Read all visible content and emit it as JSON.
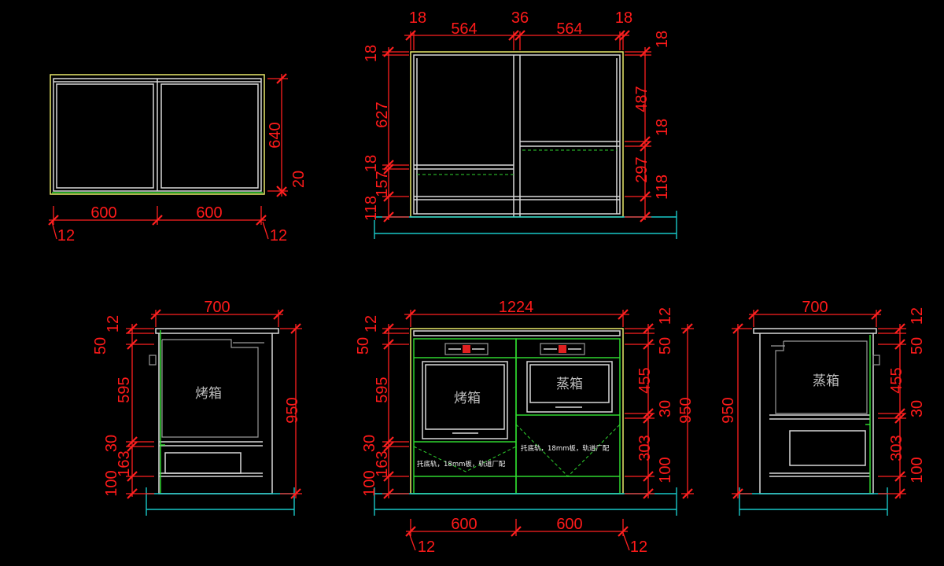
{
  "top_view": {
    "widths": [
      "600",
      "600"
    ],
    "ends": [
      "12",
      "12"
    ],
    "depths": [
      "640",
      "20"
    ]
  },
  "front_frame": {
    "top": [
      "18",
      "564",
      "36",
      "564",
      "18"
    ],
    "left": [
      "18",
      "627",
      "18",
      "157",
      "118"
    ],
    "right": [
      "18",
      "487",
      "18",
      "297",
      "118"
    ]
  },
  "left_side": {
    "width": "700",
    "heights": [
      "12",
      "50",
      "595",
      "30",
      "163",
      "100"
    ],
    "total": "950",
    "oven_label": "烤箱"
  },
  "front_elevation": {
    "width": "1224",
    "left": [
      "12",
      "50",
      "595",
      "30",
      "163",
      "100"
    ],
    "right": [
      "12",
      "50",
      "455",
      "30",
      "303",
      "100"
    ],
    "total": "950",
    "bottom": [
      "600",
      "600"
    ],
    "bottom_ends": [
      "12",
      "12"
    ],
    "oven_label": "烤箱",
    "steamer_label": "蒸箱",
    "note_left": "托底轨，18mm板，轨道厂配",
    "note_right": "托底轨，18mm板，轨道厂配"
  },
  "right_side": {
    "width": "700",
    "heights": [
      "12",
      "50",
      "455",
      "30",
      "303",
      "100"
    ],
    "total": "950",
    "steamer_label": "蒸箱"
  },
  "colors": {
    "dimension": "#ff1a1a",
    "panel": "#d8d8d8",
    "board": "#2fd62f",
    "counter": "#e8e86a",
    "floor": "#19c8c8"
  }
}
